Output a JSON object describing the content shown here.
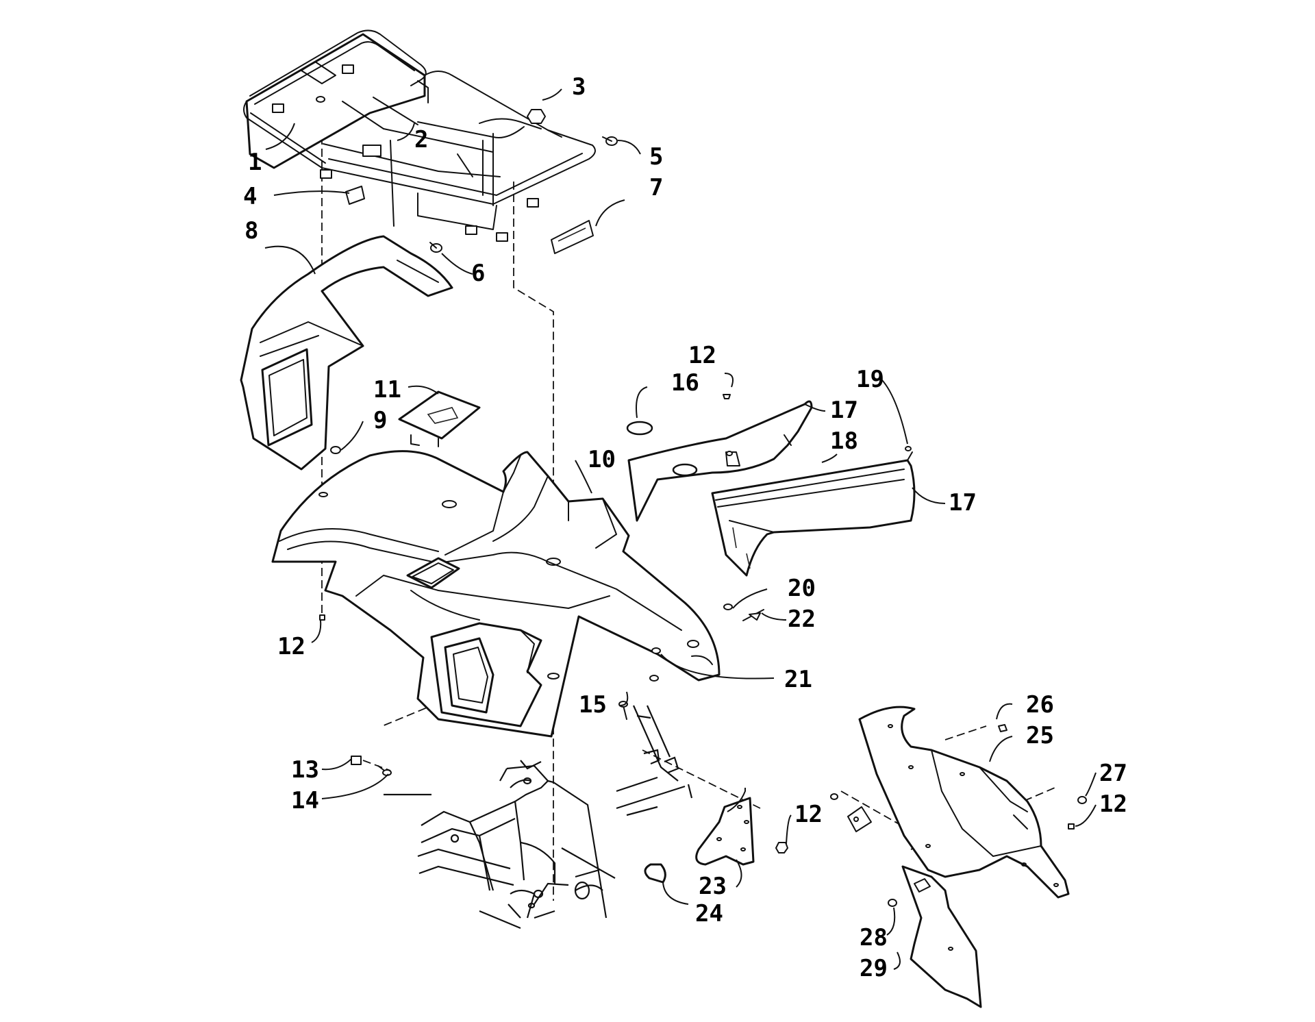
{
  "callouts": [
    {
      "label": "1"
    },
    {
      "label": "2"
    },
    {
      "label": "3"
    },
    {
      "label": "4"
    },
    {
      "label": "5"
    },
    {
      "label": "6"
    },
    {
      "label": "7"
    },
    {
      "label": "8"
    },
    {
      "label": "9"
    },
    {
      "label": "10"
    },
    {
      "label": "11"
    },
    {
      "label": "12"
    },
    {
      "label": "16"
    },
    {
      "label": "17"
    },
    {
      "label": "19"
    },
    {
      "label": "18"
    },
    {
      "label": "17"
    },
    {
      "label": "20"
    },
    {
      "label": "22"
    },
    {
      "label": "12"
    },
    {
      "label": "21"
    },
    {
      "label": "15"
    },
    {
      "label": "26"
    },
    {
      "label": "25"
    },
    {
      "label": "13"
    },
    {
      "label": "14"
    },
    {
      "label": "27"
    },
    {
      "label": "12"
    },
    {
      "label": "12"
    },
    {
      "label": "23"
    },
    {
      "label": "24"
    },
    {
      "label": "28"
    },
    {
      "label": "29"
    }
  ]
}
